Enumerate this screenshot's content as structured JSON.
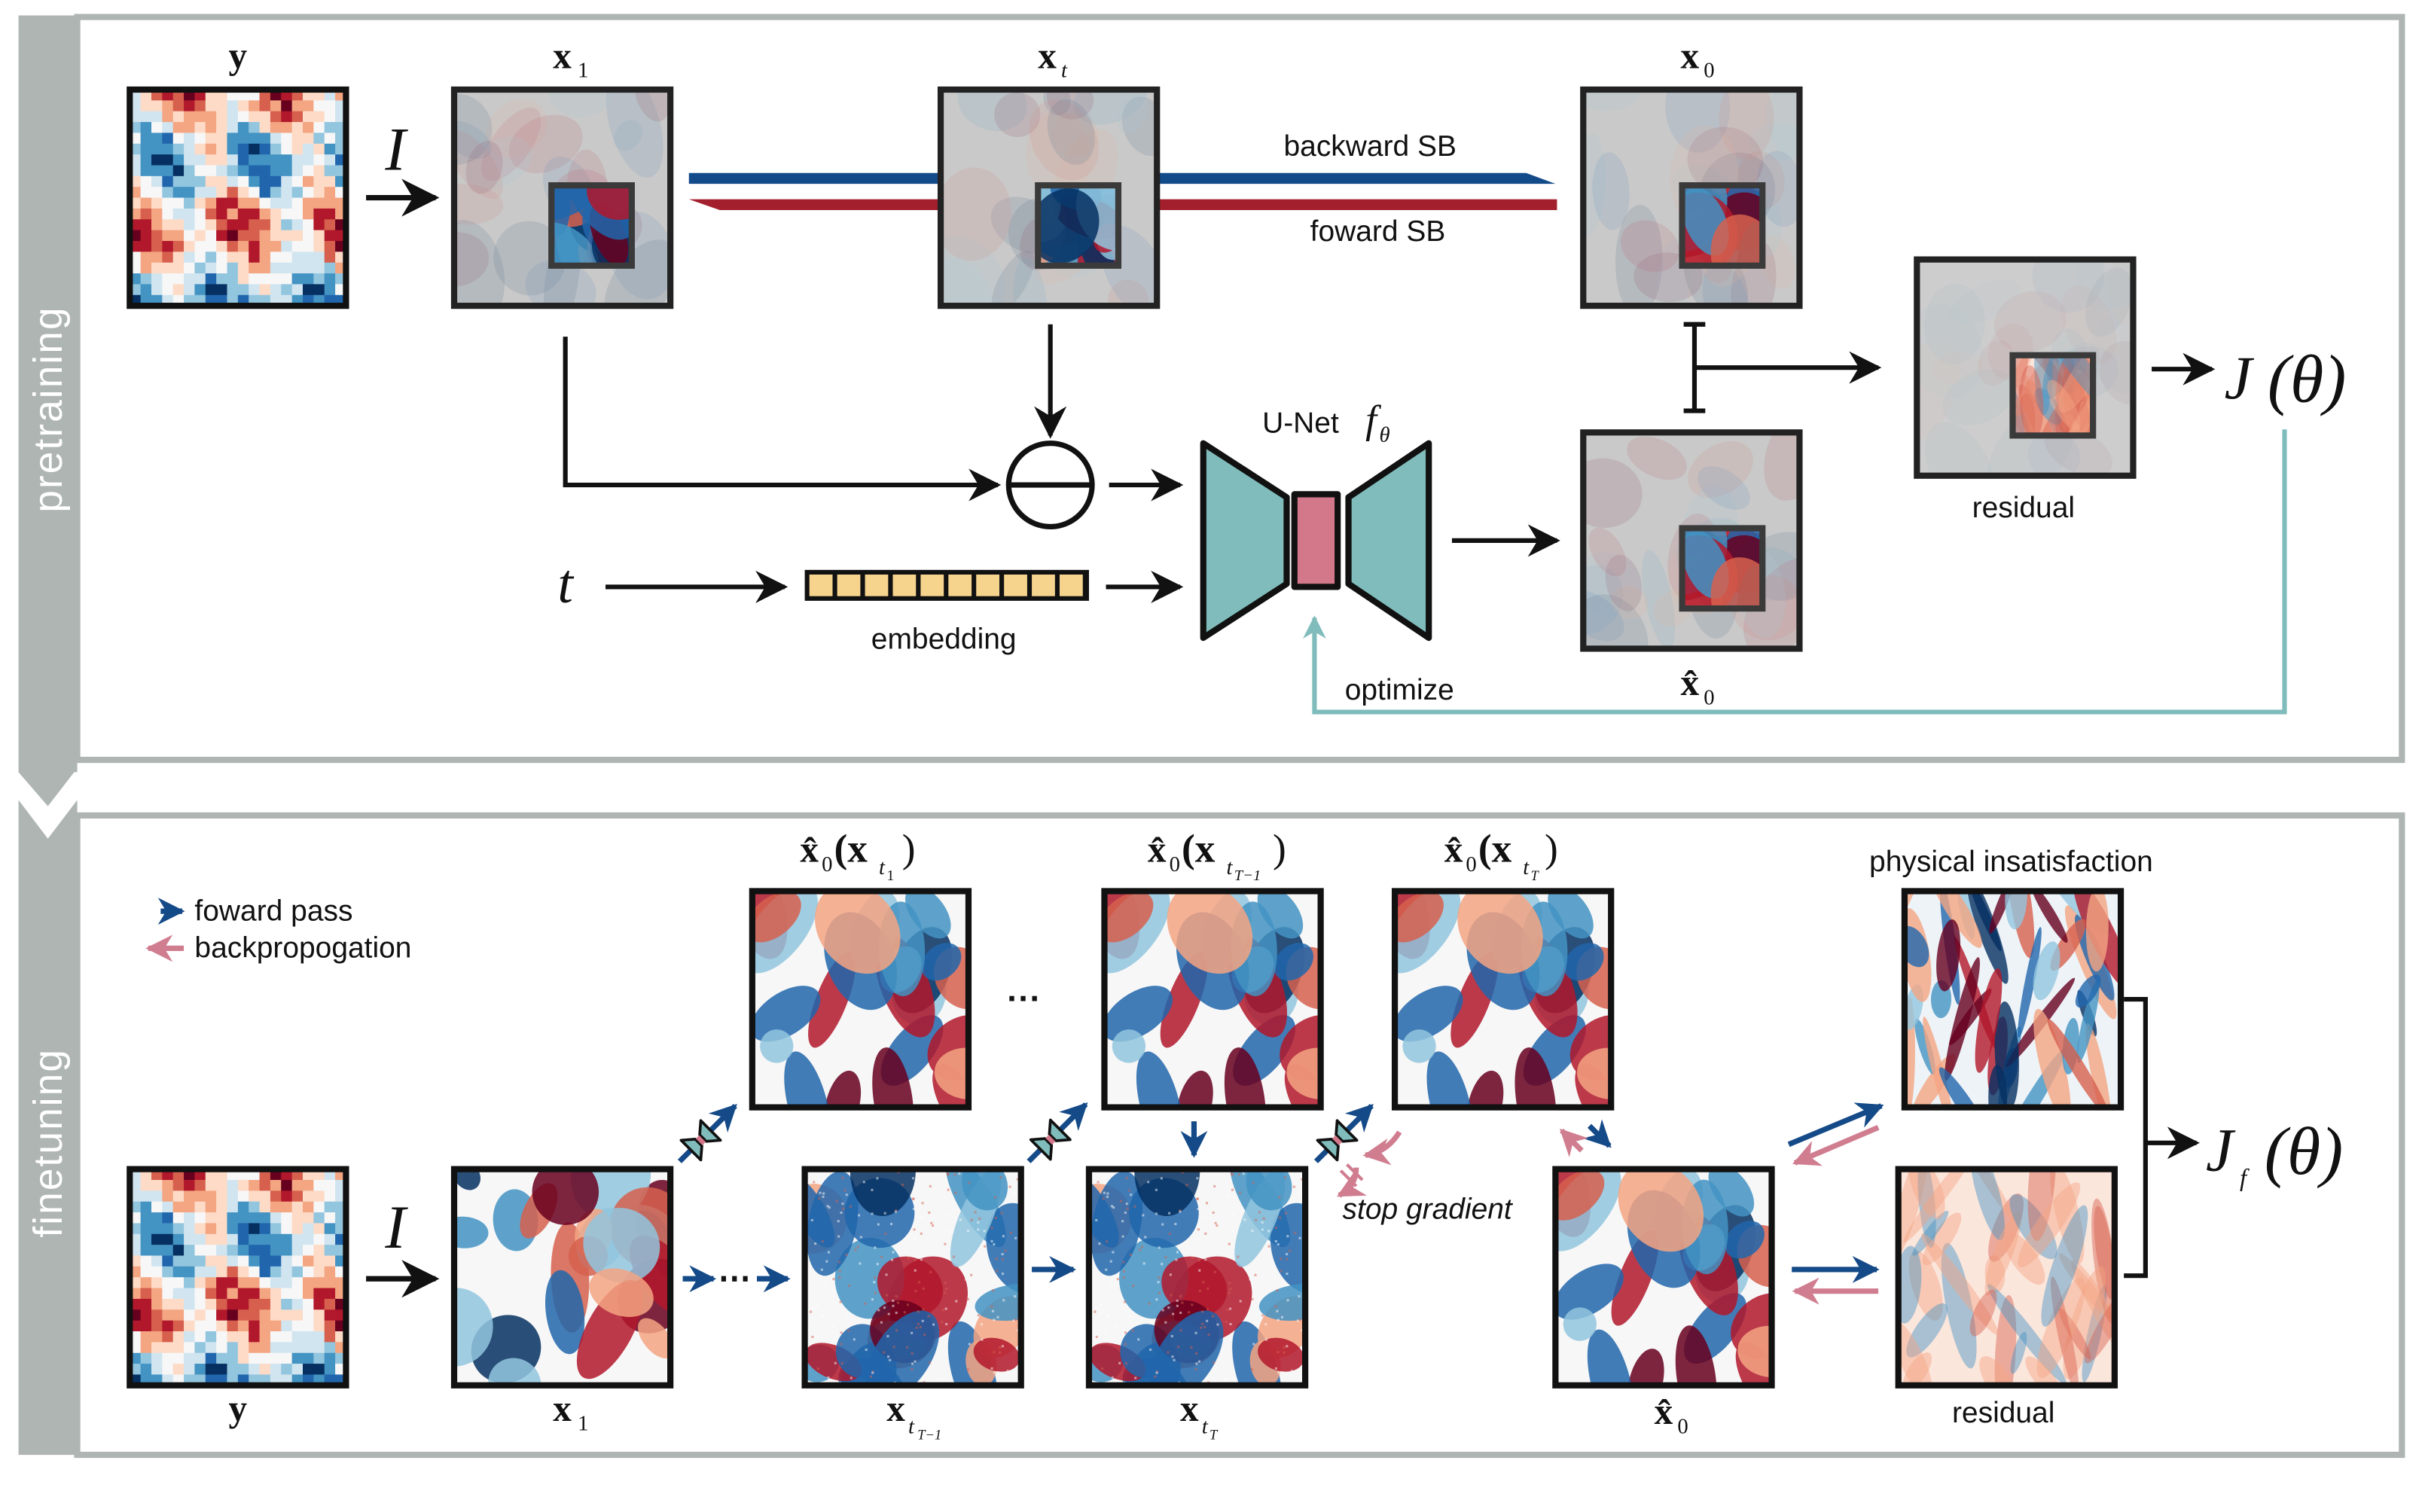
{
  "colors": {
    "frame_gray": "#aeb5b3",
    "forward_blue": "#154a88",
    "backprop_pink": "#d07d90",
    "backward_sb_blue": "#134a8a",
    "forward_sb_red": "#a31f2d",
    "unet_teal": "#7fbcbb",
    "unet_bottleneck_pink": "#d3788a",
    "embedding_yellow": "#f7d48e",
    "optimize_teal": "#7fbcbb",
    "heatmap_red": "#b2182b",
    "heatmap_blue": "#2166ac"
  },
  "pretraining": {
    "section_label": "pretraining",
    "labels": {
      "y": "y",
      "x1": "x",
      "x1_sub": "1",
      "xt": "x",
      "xt_sub": "t",
      "x0": "x",
      "x0_sub": "0",
      "x0hat": "x̂",
      "x0hat_sub": "0",
      "interp_operator": "I",
      "backward_sb": "backward SB",
      "forward_sb": "foward SB",
      "unet": "U-Net",
      "unet_symbol": "f",
      "unet_symbol_sub": "θ",
      "t": "t",
      "embedding": "embedding",
      "optimize": "optimize",
      "residual": "residual",
      "objective": "J",
      "objective_arg": "(θ)"
    },
    "embedding_cells": 10
  },
  "finetuning": {
    "section_label": "finetuning",
    "legend": [
      {
        "icon": "forward-arrow-icon",
        "label": "foward pass"
      },
      {
        "icon": "backprop-arrow-icon",
        "label": "backpropogation"
      }
    ],
    "labels": {
      "y": "y",
      "interp_operator": "I",
      "x1": "x",
      "x1_sub": "1",
      "xtT1": "x",
      "xtT1_sub": "t",
      "xtT1_subsub": "T−1",
      "xtT": "x",
      "xtT_sub": "t",
      "xtT_subsub": "T",
      "x0hat": "x̂",
      "x0hat_sub": "0",
      "pred1": "x̂",
      "pred1_sub": "0",
      "pred1_arg": "(x",
      "pred1_argsub": "t",
      "pred1_argsubsub": "1",
      "pred1_close": ")",
      "pred2": "x̂",
      "pred2_sub": "0",
      "pred2_arg": "(x",
      "pred2_argsub": "t",
      "pred2_argsubsub": "T−1",
      "pred2_close": ")",
      "pred3": "x̂",
      "pred3_sub": "0",
      "pred3_arg": "(x",
      "pred3_argsub": "t",
      "pred3_argsubsub": "T",
      "pred3_close": ")",
      "ellipsis": "···",
      "stop_gradient": "stop gradient",
      "physical_insatisfaction": "physical insatisfaction",
      "residual": "residual",
      "objective": "J",
      "objective_sub": "f",
      "objective_arg": "(θ)"
    }
  }
}
